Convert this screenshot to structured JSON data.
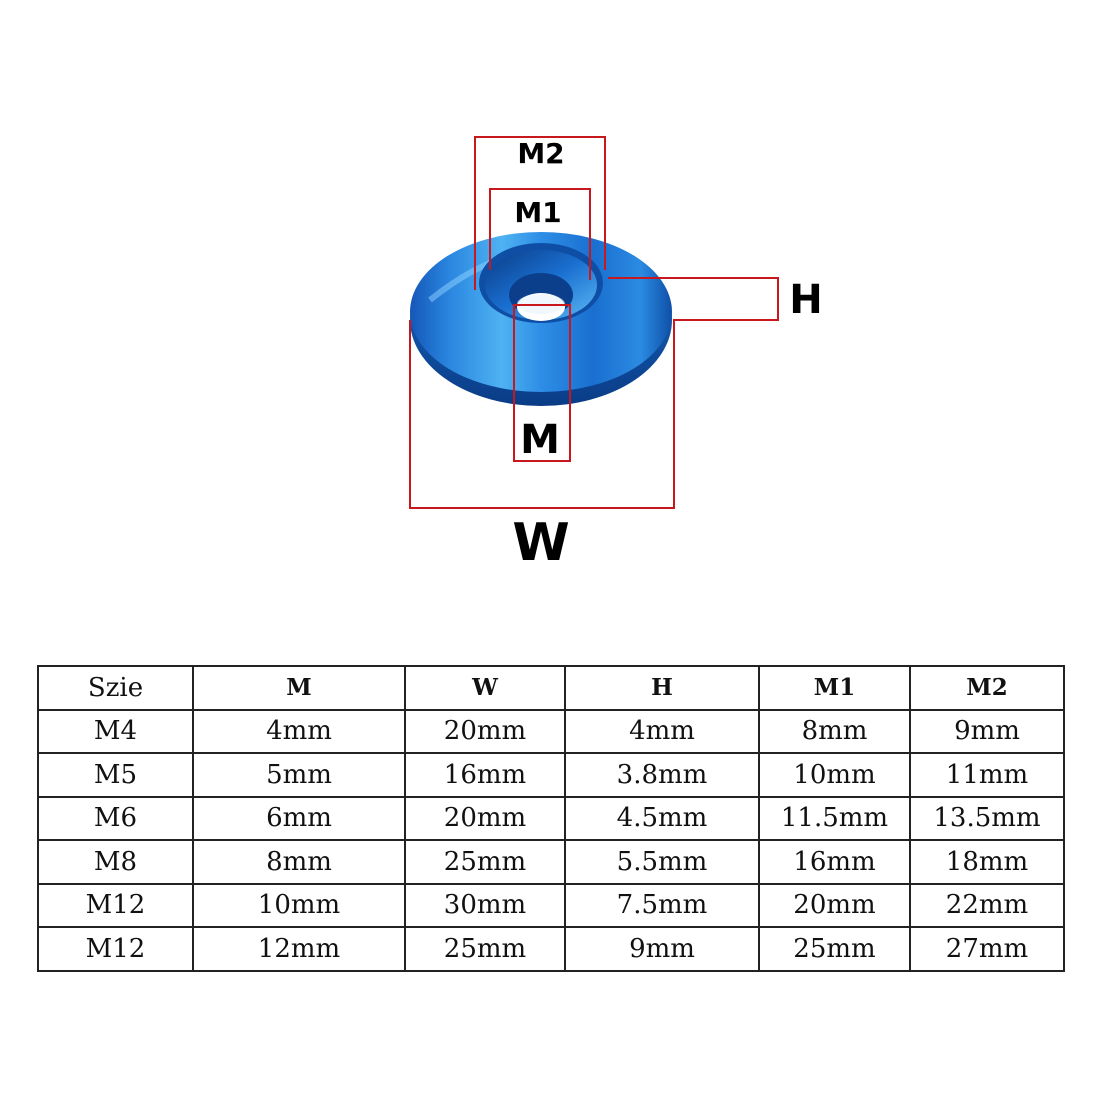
{
  "diagram": {
    "labels": {
      "m2": "M2",
      "m1": "M1",
      "h": "H",
      "m": "M",
      "w": "W"
    },
    "colors": {
      "dimension_line": "#c8181e",
      "washer_light": "#4fb2f2",
      "washer_mid": "#1a6fd0",
      "washer_dark": "#0a3c86"
    }
  },
  "table": {
    "headers": [
      "Szie",
      "M",
      "W",
      "H",
      "M1",
      "M2"
    ],
    "rows": [
      [
        "M4",
        "4mm",
        "20mm",
        "4mm",
        "8mm",
        "9mm"
      ],
      [
        "M5",
        "5mm",
        "16mm",
        "3.8mm",
        "10mm",
        "11mm"
      ],
      [
        "M6",
        "6mm",
        "20mm",
        "4.5mm",
        "11.5mm",
        "13.5mm"
      ],
      [
        "M8",
        "8mm",
        "25mm",
        "5.5mm",
        "16mm",
        "18mm"
      ],
      [
        "M12",
        "10mm",
        "30mm",
        "7.5mm",
        "20mm",
        "22mm"
      ],
      [
        "M12",
        "12mm",
        "25mm",
        "9mm",
        "25mm",
        "27mm"
      ]
    ]
  }
}
